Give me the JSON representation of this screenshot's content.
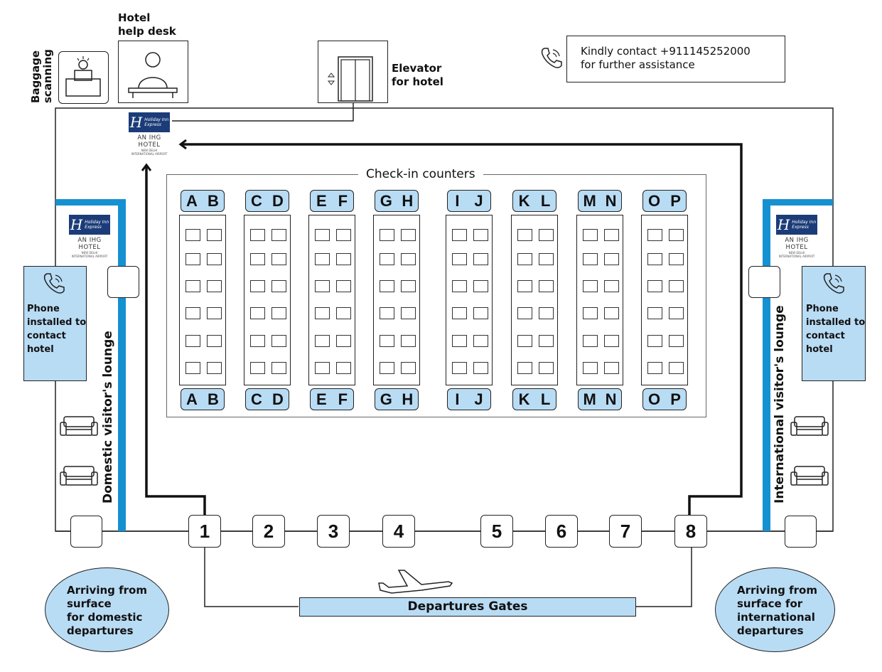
{
  "top": {
    "baggage_label": "Baggage scanning",
    "help_desk_label": "Hotel\nhelp desk",
    "elevator_label": "Elevator\nfor hotel",
    "contact_text": "Kindly contact +911145252000\nfor further assistance",
    "phone_icon": "phone-icon"
  },
  "logo": {
    "brand_line1": "Holiday Inn",
    "brand_line2": "Express",
    "tagline": "AN IHG HOTEL",
    "location": "NEW DELHI\nINTERNATIONAL AIRPORT"
  },
  "checkin": {
    "title": "Check-in counters",
    "counters": [
      {
        "left": "A",
        "right": "B"
      },
      {
        "left": "C",
        "right": "D"
      },
      {
        "left": "E",
        "right": "F"
      },
      {
        "left": "G",
        "right": "H"
      },
      {
        "left": "I",
        "right": "J"
      },
      {
        "left": "K",
        "right": "L"
      },
      {
        "left": "M",
        "right": "N"
      },
      {
        "left": "O",
        "right": "P"
      }
    ]
  },
  "lounges": {
    "domestic": "Domestic visitor's lounge",
    "international": "International visitor's lounge"
  },
  "phones": {
    "left_text": "Phone\ninstalled to\ncontact\nhotel",
    "right_text": "Phone\ninstalled to\ncontact\nhotel"
  },
  "gates": [
    "1",
    "2",
    "3",
    "4",
    "5",
    "6",
    "7",
    "8"
  ],
  "departures_label": "Departures Gates",
  "arrivals": {
    "domestic": "Arriving from\nsurface\nfor domestic\ndepartures",
    "international": "Arriving from\nsurface for\ninternational\ndepartures"
  },
  "colors": {
    "light_blue": "#b9dcf5",
    "bar_blue": "#1591d1",
    "logo_navy": "#1b3c78"
  }
}
